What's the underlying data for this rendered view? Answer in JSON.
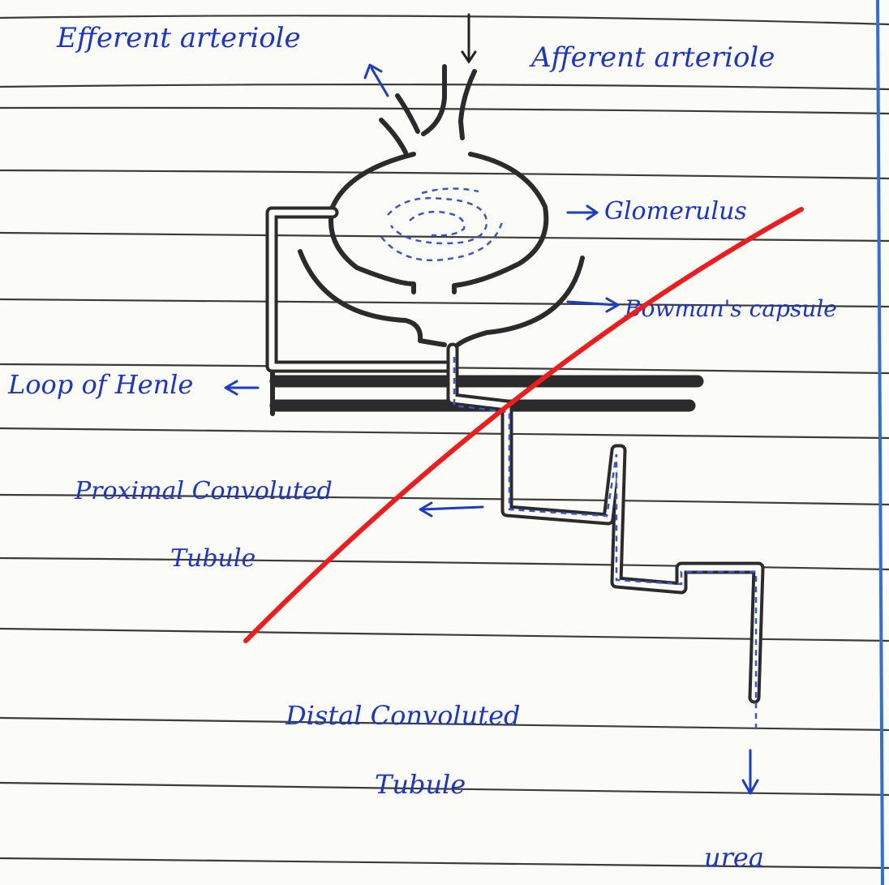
{
  "labels": {
    "efferent": "Efferent arteriole",
    "afferent": "Afferent arteriole",
    "glomerulus": "Glomerulus",
    "bowman": "Bowman's capsule",
    "loop": "Loop of Henle",
    "proximal_line1": "Proximal Convoluted",
    "proximal_line2": "Tubule",
    "distal_line1": "Distal Convoluted",
    "distal_line2": "Tubule",
    "urea": "urea"
  },
  "colors": {
    "ink": "#1b35c8",
    "cross": "#ee1c1c",
    "margin": "#2f6fd6",
    "structure": "#2b2b2b"
  }
}
